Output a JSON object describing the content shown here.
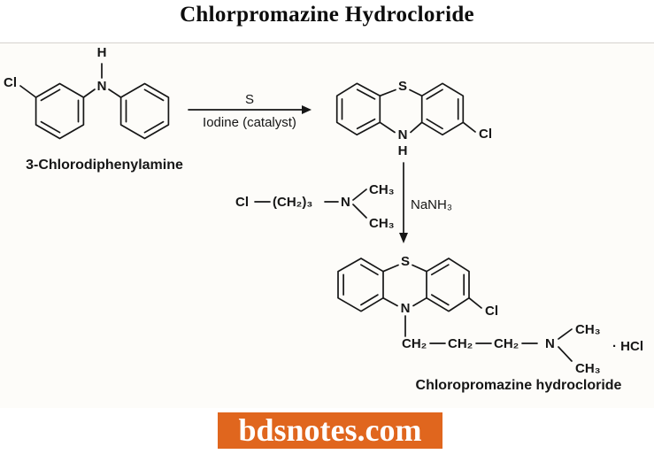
{
  "title": "Chlorpromazine Hydrocloride",
  "colors": {
    "ink": "#161616",
    "logo_bg": "#e0661e",
    "logo_text": "#ffffff"
  },
  "scheme": {
    "reactant": {
      "name": "3-Chlorodiphenylamine",
      "cl": "Cl",
      "n": "N",
      "h": "H"
    },
    "step1": {
      "above_arrow": "S",
      "below_arrow": "Iodine (catalyst)"
    },
    "intermediate": {
      "s": "S",
      "n": "N",
      "h": "H",
      "cl": "Cl"
    },
    "step2": {
      "reagent": {
        "cl": "Cl",
        "chain": "(CH₂)₃",
        "n": "N",
        "ch3_top": "CH₃",
        "ch3_bottom": "CH₃"
      },
      "condition": "NaNH₃"
    },
    "product": {
      "name": "Chloropromazine hydrocloride",
      "s": "S",
      "n": "N",
      "cl": "Cl",
      "chain": {
        "c1": "CH₂",
        "c2": "CH₂",
        "c3": "CH₂",
        "n": "N",
        "ch3_top": "CH₃",
        "ch3_bottom": "CH₃",
        "salt": "· HCl"
      }
    }
  },
  "footer": {
    "logo": "bdsnotes.com"
  }
}
